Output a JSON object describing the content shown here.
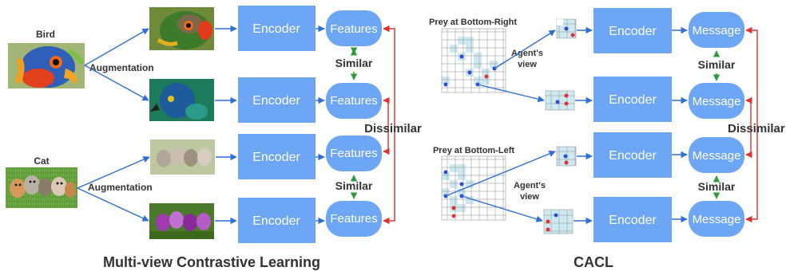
{
  "left": {
    "bird_label": "Bird",
    "cat_label": "Cat",
    "augmentation_top": "Augmentation",
    "augmentation_bottom": "Augmentation",
    "encoder_labels": [
      "Encoder",
      "Encoder",
      "Encoder",
      "Encoder"
    ],
    "feature_labels": [
      "Features",
      "Features",
      "Features",
      "Features"
    ],
    "similar_top": "Similar",
    "similar_bottom": "Similar",
    "dissimilar": "Dissimilar",
    "caption": "Multi-view Contrastive Learning"
  },
  "right": {
    "prey_top": "Prey at Bottom-Right",
    "prey_bottom": "Prey at Bottom-Left",
    "agents_view_top_1": "Agent's",
    "agents_view_top_2": "view",
    "agents_view_bottom_1": "Agent's",
    "agents_view_bottom_2": "view",
    "encoder_labels": [
      "Encoder",
      "Encoder",
      "Encoder",
      "Encoder"
    ],
    "message_labels": [
      "Message",
      "Message",
      "Message",
      "Message"
    ],
    "similar_top": "Similar",
    "similar_bottom": "Similar",
    "dissimilar": "Dissimilar",
    "caption": "CACL"
  },
  "colors": {
    "box_fill": "#6da6f4",
    "arrow_blue": "#2f6fd6",
    "arrow_green": "#2e9b3a",
    "arrow_red": "#e03030",
    "grid_cell": "#cdeaf3",
    "agent_blue": "#2a4fd0",
    "prey_red": "#e03030"
  }
}
